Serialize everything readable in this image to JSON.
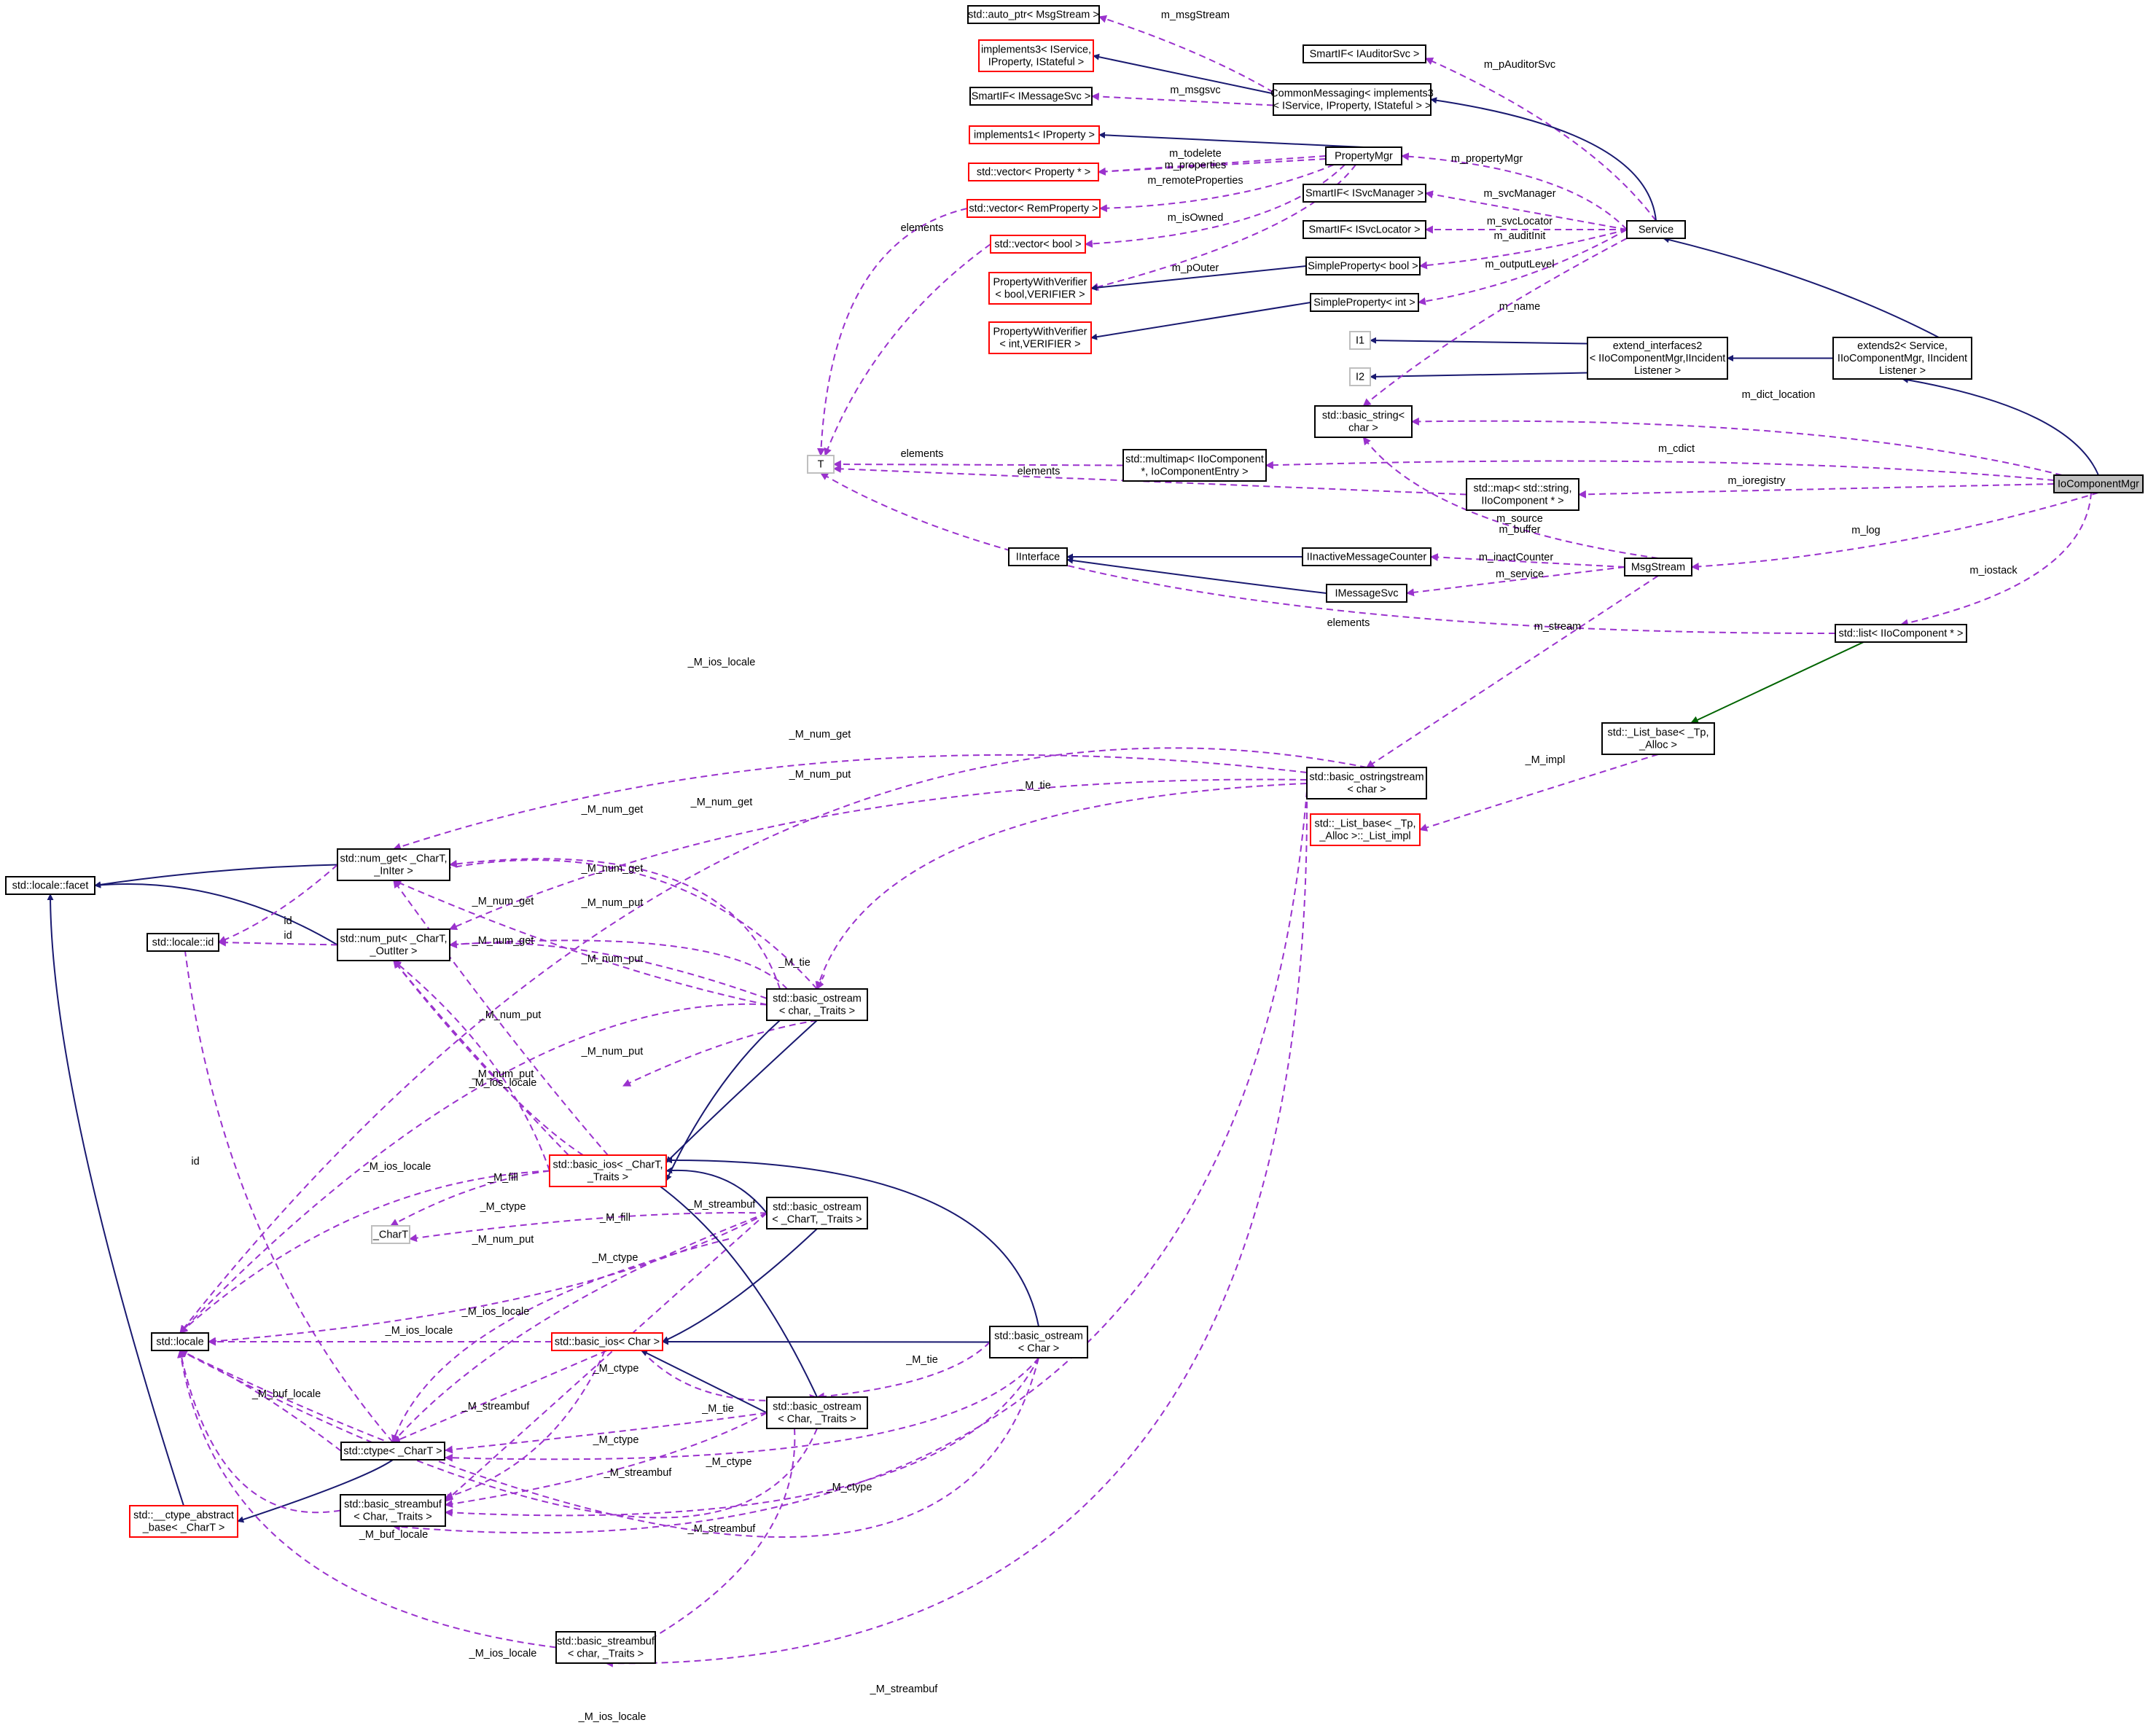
{
  "colors": {
    "inheritance": "#191970",
    "usage": "#9a32cd",
    "template": "#006400",
    "node_border": "#000000",
    "incomplete_node_border": "#ff0000",
    "undocumented_node_border": "#bfbfbf",
    "highlight_fill": "#bfbfbf"
  },
  "nodes": [
    {
      "id": "auto_ptr",
      "lines": [
        "std::auto_ptr< MsgStream >"
      ]
    },
    {
      "id": "implements3",
      "lines": [
        "implements3< IService,",
        "IProperty, IStateful >"
      ],
      "style": "red"
    },
    {
      "id": "smartif_msgsvc",
      "lines": [
        "SmartIF< IMessageSvc >"
      ]
    },
    {
      "id": "implements1",
      "lines": [
        "implements1< IProperty >"
      ],
      "style": "red"
    },
    {
      "id": "vec_property",
      "lines": [
        "std::vector< Property * >"
      ],
      "style": "red"
    },
    {
      "id": "vec_remprop",
      "lines": [
        "std::vector< RemProperty >"
      ],
      "style": "red"
    },
    {
      "id": "vec_bool",
      "lines": [
        "std::vector< bool >"
      ],
      "style": "red"
    },
    {
      "id": "pwv_bool",
      "lines": [
        "PropertyWithVerifier",
        "< bool,VERIFIER >"
      ],
      "style": "red"
    },
    {
      "id": "pwv_int",
      "lines": [
        "PropertyWithVerifier",
        "< int,VERIFIER >"
      ],
      "style": "red"
    },
    {
      "id": "smartif_audit",
      "lines": [
        "SmartIF< IAuditorSvc >"
      ]
    },
    {
      "id": "commonmsg",
      "lines": [
        "CommonMessaging< implements3",
        "< IService, IProperty, IStateful > >"
      ]
    },
    {
      "id": "propertymgr",
      "lines": [
        "PropertyMgr"
      ]
    },
    {
      "id": "smartif_svcmgr",
      "lines": [
        "SmartIF< ISvcManager >"
      ]
    },
    {
      "id": "smartif_svcloc",
      "lines": [
        "SmartIF< ISvcLocator >"
      ]
    },
    {
      "id": "simple_bool",
      "lines": [
        "SimpleProperty< bool >"
      ]
    },
    {
      "id": "simple_int",
      "lines": [
        "SimpleProperty< int >"
      ]
    },
    {
      "id": "service",
      "lines": [
        "Service"
      ]
    },
    {
      "id": "i1",
      "lines": [
        "I1"
      ],
      "style": "gray"
    },
    {
      "id": "i2",
      "lines": [
        "I2"
      ],
      "style": "gray"
    },
    {
      "id": "extend_if2",
      "lines": [
        "extend_interfaces2",
        "< IIoComponentMgr,IIncident",
        "Listener >"
      ]
    },
    {
      "id": "extends2",
      "lines": [
        "extends2< Service,",
        "IIoComponentMgr, IIncident",
        "Listener >"
      ]
    },
    {
      "id": "basic_string",
      "lines": [
        "std::basic_string<",
        "char >"
      ]
    },
    {
      "id": "T",
      "lines": [
        "T"
      ],
      "style": "gray"
    },
    {
      "id": "multimap",
      "lines": [
        "std::multimap< IIoComponent",
        "*, IoComponentEntry >"
      ]
    },
    {
      "id": "map",
      "lines": [
        "std::map< std::string,",
        "IIoComponent * >"
      ]
    },
    {
      "id": "iocomponentmgr",
      "lines": [
        "IoComponentMgr"
      ],
      "style": "highlight"
    },
    {
      "id": "iinterface",
      "lines": [
        "IInterface"
      ]
    },
    {
      "id": "iinactive",
      "lines": [
        "IInactiveMessageCounter"
      ]
    },
    {
      "id": "imessagesvc",
      "lines": [
        "IMessageSvc"
      ]
    },
    {
      "id": "msgstream",
      "lines": [
        "MsgStream"
      ]
    },
    {
      "id": "list",
      "lines": [
        "std::list< IIoComponent * >"
      ]
    },
    {
      "id": "list_base",
      "lines": [
        "std::_List_base< _Tp,",
        "_Alloc >"
      ]
    },
    {
      "id": "list_impl",
      "lines": [
        "std::_List_base< _Tp,",
        "_Alloc >::_List_impl"
      ],
      "style": "red"
    },
    {
      "id": "ostringstream",
      "lines": [
        "std::basic_ostringstream",
        "< char >"
      ]
    },
    {
      "id": "facet",
      "lines": [
        "std::locale::facet"
      ]
    },
    {
      "id": "num_get",
      "lines": [
        "std::num_get< _CharT,",
        "_InIter >"
      ]
    },
    {
      "id": "locale_id",
      "lines": [
        "std::locale::id"
      ]
    },
    {
      "id": "num_put",
      "lines": [
        "std::num_put< _CharT,",
        "_OutIter >"
      ]
    },
    {
      "id": "ostream_char_traits",
      "lines": [
        "std::basic_ostream",
        "< char, _Traits >"
      ]
    },
    {
      "id": "basic_ios_chart",
      "lines": [
        "std::basic_ios< _CharT,",
        "_Traits >"
      ],
      "style": "red"
    },
    {
      "id": "ostream_chart_traits",
      "lines": [
        "std::basic_ostream",
        "< _CharT, _Traits >"
      ]
    },
    {
      "id": "chart",
      "lines": [
        "_CharT"
      ],
      "style": "gray"
    },
    {
      "id": "locale",
      "lines": [
        "std::locale"
      ]
    },
    {
      "id": "basic_ios_char",
      "lines": [
        "std::basic_ios< Char >"
      ],
      "style": "red"
    },
    {
      "id": "ostream_char",
      "lines": [
        "std::basic_ostream",
        "< Char >"
      ]
    },
    {
      "id": "ctype",
      "lines": [
        "std::ctype< _CharT >"
      ]
    },
    {
      "id": "ctype_abstract",
      "lines": [
        "std::__ctype_abstract",
        "_base< _CharT >"
      ],
      "style": "red"
    },
    {
      "id": "streambuf_char_traits",
      "lines": [
        "std::basic_streambuf",
        "< Char, _Traits >"
      ]
    },
    {
      "id": "ostream_char2_traits",
      "lines": [
        "std::basic_ostream",
        "< Char, _Traits >"
      ]
    },
    {
      "id": "streambuf_char2",
      "lines": [
        "std::basic_streambuf",
        "< char, _Traits >"
      ]
    }
  ],
  "edge_labels": [
    "m_msgStream",
    "m_pAuditorSvc",
    "m_msgsvc",
    "m_propertyMgr",
    "m_todelete",
    "m_properties",
    "m_remoteProperties",
    "m_isOwned",
    "m_pOuter",
    "elements",
    "elements",
    "m_svcManager",
    "m_svcLocator",
    "m_auditInit",
    "m_outputLevel",
    "m_name",
    "m_dict_location",
    "elements",
    "m_cdict",
    "elements",
    "m_ioregistry",
    "m_source",
    "m_buffer",
    "m_log",
    "m_inactCounter",
    "m_service",
    "m_iostack",
    "elements",
    "m_stream",
    "_M_ios_locale",
    "_M_num_get",
    "_M_impl",
    "_M_num_put",
    "_M_tie",
    "_M_num_get",
    "_M_num_get",
    "id",
    "_M_num_get",
    "_M_num_put",
    "id",
    "_M_num_put",
    "_M_tie",
    "_M_num_get",
    "_M_num_get",
    "_M_ios_locale",
    "_M_num_put",
    "_M_num_put",
    "_M_num_put",
    "_M_ios_locale",
    "_M_fill",
    "id",
    "_M_ctype",
    "_M_fill",
    "_M_streambuf",
    "_M_num_put",
    "_M_ctype",
    "_M_ios_locale",
    "_M_ios_locale",
    "_M_tie",
    "_M_ctype",
    "_M_tie",
    "_M_buf_locale",
    "_M_streambuf",
    "_M_ctype",
    "_M_ctype",
    "_M_streambuf",
    "_M_ctype",
    "_M_buf_locale",
    "_M_streambuf",
    "_M_ios_locale",
    "_M_streambuf",
    "_M_ios_locale"
  ]
}
